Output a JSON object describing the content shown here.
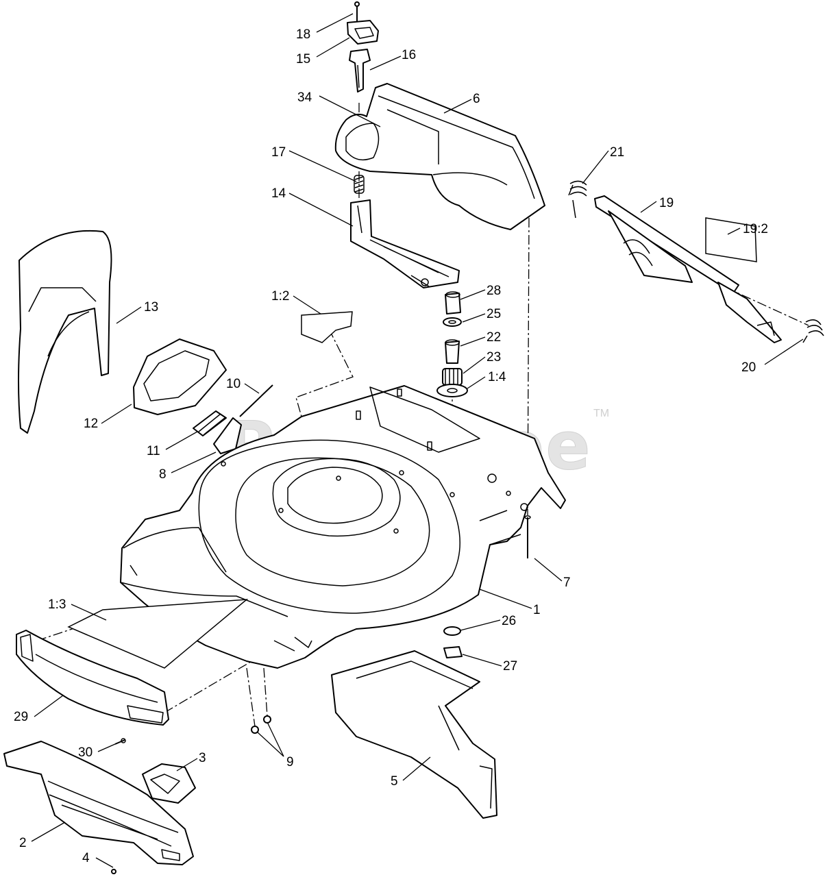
{
  "watermark": {
    "text": "PartsTree",
    "trademark": "TM"
  },
  "callouts": [
    "18",
    "15",
    "16",
    "34",
    "6",
    "17",
    "14",
    "21",
    "19",
    "19:2",
    "28",
    "25",
    "22",
    "23",
    "1:4",
    "1:2",
    "13",
    "12",
    "10",
    "11",
    "8",
    "20",
    "7",
    "1",
    "1:3",
    "26",
    "27",
    "29",
    "30",
    "9",
    "3",
    "5",
    "2",
    "4"
  ]
}
